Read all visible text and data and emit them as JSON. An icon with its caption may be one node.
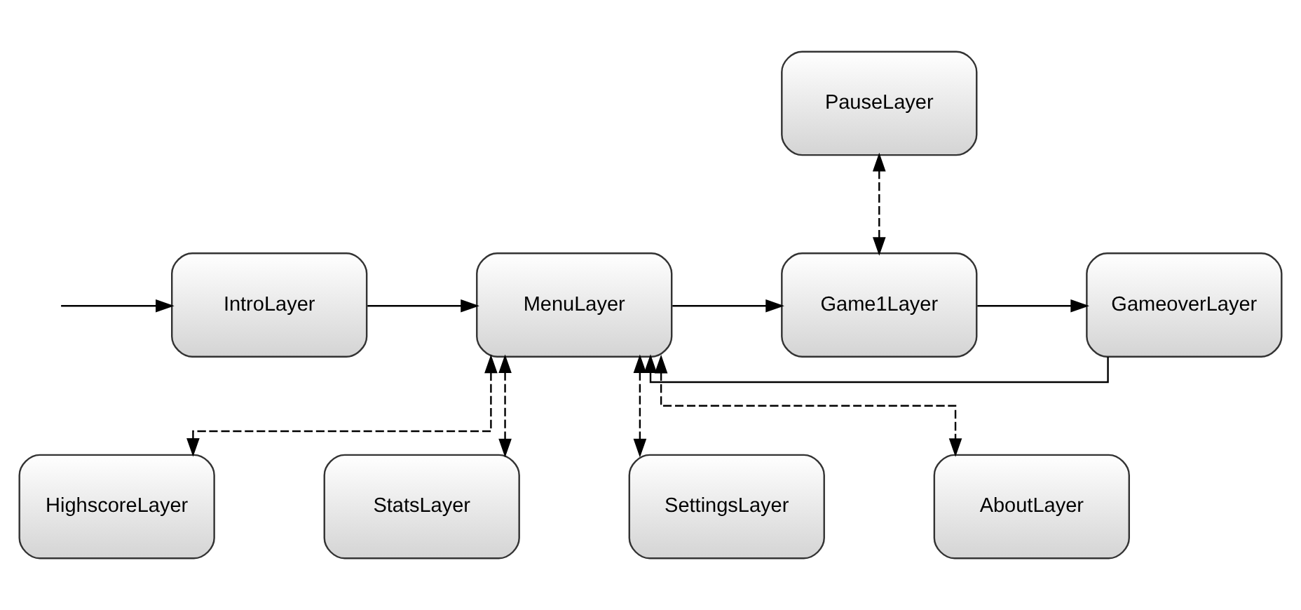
{
  "diagram": {
    "nodes": [
      {
        "text": [
          "PauseLayer"
        ]
      },
      {
        "text": [
          "IntroLayer"
        ]
      },
      {
        "text": [
          "MenuLayer"
        ]
      },
      {
        "text": [
          "Game1Layer"
        ]
      },
      {
        "text": [
          "GameoverLayer"
        ]
      },
      {
        "text": [
          "HighscoreLayer"
        ]
      },
      {
        "text": [
          "StatsLayer"
        ]
      },
      {
        "text": [
          "SettingsLayer"
        ]
      },
      {
        "text": [
          "AboutLayer"
        ]
      }
    ],
    "edges": [
      {
        "from": null,
        "to": 1,
        "arrow": "to"
      },
      {
        "from": 1,
        "to": 2,
        "arrow": "to"
      },
      {
        "from": 2,
        "to": 3,
        "arrow": "to"
      },
      {
        "from": 3,
        "to": 4,
        "arrow": "to"
      },
      {
        "from": 4,
        "to": 2,
        "arrow": "to"
      },
      {
        "from": 0,
        "to": 3,
        "arrow": "both",
        "style": "dashed"
      },
      {
        "from": 2,
        "to": 5,
        "arrow": "both",
        "style": "dashed"
      },
      {
        "from": 2,
        "to": 6,
        "arrow": "both",
        "style": "dashed"
      },
      {
        "from": 2,
        "to": 7,
        "arrow": "both",
        "style": "dashed"
      },
      {
        "from": 2,
        "to": 8,
        "arrow": "both",
        "style": "dashed"
      }
    ]
  }
}
